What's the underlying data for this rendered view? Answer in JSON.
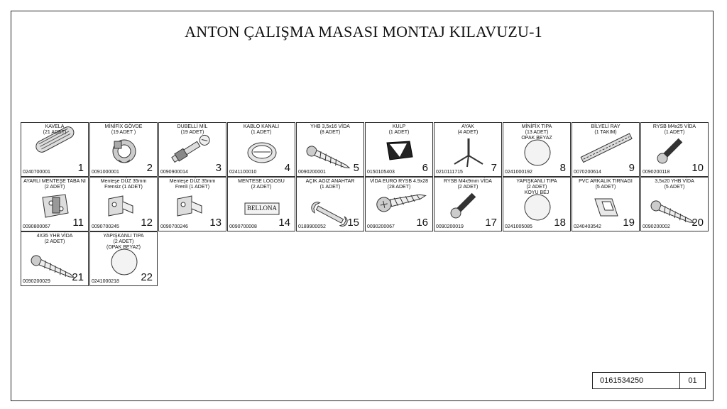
{
  "title": "ANTON ÇALIŞMA MASASI MONTAJ KILAVUZU-1",
  "parts": [
    {
      "name": "KAVELA\n(21 ADET)",
      "code": "0240700001",
      "num": "1",
      "icon": "dowel-icon"
    },
    {
      "name": "MİNİFİX GÖVDE\n(19 ADET )",
      "code": "0091000001",
      "num": "2",
      "icon": "minifix-body-icon"
    },
    {
      "name": "DUBELLİ MİL\n(19 ADET)",
      "code": "0090900014",
      "num": "3",
      "icon": "dowel-pin-icon"
    },
    {
      "name": "KABLO KANALI\n(1 ADET)",
      "code": "0241100010",
      "num": "4",
      "icon": "cable-grommet-icon"
    },
    {
      "name": "YHB 3,5x16 VİDA\n(8 ADET)",
      "code": "0090200001",
      "num": "5",
      "icon": "screw-icon"
    },
    {
      "name": "KULP\n(1 ADET)",
      "code": "0150105403",
      "num": "6",
      "icon": "handle-icon"
    },
    {
      "name": "AYAK\n(4 ADET)",
      "code": "0210111715",
      "num": "7",
      "icon": "foot-icon"
    },
    {
      "name": "MİNİFİX TIPA\n(13 ADET)\nOPAK BEYAZ",
      "code": "0241000192",
      "num": "8",
      "icon": "cap-icon"
    },
    {
      "name": "BİLYELİ RAY\n(1 TAKIM)",
      "code": "0070200614",
      "num": "9",
      "icon": "ball-rail-icon"
    },
    {
      "name": "RYSB M4x25 VİDA\n(1 ADET)",
      "code": "0090200118",
      "num": "10",
      "icon": "bolt-icon"
    },
    {
      "name": "AYARLI  MENTEŞE TABA NI\n(2 ADET)",
      "code": "0090800067",
      "num": "11",
      "icon": "hinge-plate-icon"
    },
    {
      "name": "Menteşe DÜZ 35mm\nFrensiz   (1 ADET)",
      "code": "0090700245",
      "num": "12",
      "icon": "hinge-icon"
    },
    {
      "name": "Menteşe DÜZ 35mm\nFrenli    (1 ADET)",
      "code": "0090700246",
      "num": "13",
      "icon": "hinge-icon"
    },
    {
      "name": "MENTESE LOGOSU\n(2 ADET)",
      "code": "0090700008",
      "num": "14",
      "icon": "logo-label-icon",
      "label": "BELLONA"
    },
    {
      "name": "AÇIK AGIZ ANAHTAR\n(1 ADET)",
      "code": "0189900052",
      "num": "15",
      "icon": "wrench-icon"
    },
    {
      "name": "VİDA EURO RYSB 4.9x28\n(28 ADET)",
      "code": "0090200067",
      "num": "16",
      "icon": "euro-screw-icon"
    },
    {
      "name": "RYSB M4x9mm VİDA\n(2 ADET)",
      "code": "0090200019",
      "num": "17",
      "icon": "bolt-icon"
    },
    {
      "name": "YAPIŞKANLI TIPA\n(2 ADET)\nKOYU BEJ",
      "code": "0241005085",
      "num": "18",
      "icon": "cap-icon"
    },
    {
      "name": "PVC ARKALIK TIRNAGI\n(5 ADET)",
      "code": "0240403542",
      "num": "19",
      "icon": "clip-icon"
    },
    {
      "name": "3,5x20 YHB VİDA\n(5 ADET)",
      "code": "0090200002",
      "num": "20",
      "icon": "screw-icon"
    },
    {
      "name": "4X35 YHB VİDA\n(2 ADET)",
      "code": "0090200029",
      "num": "21",
      "icon": "screw-icon"
    },
    {
      "name": "YAPIŞKANLI TIPA\n(2 ADET)\n(OPAK BEYAZ)",
      "code": "0241000218",
      "num": "22",
      "icon": "cap-icon"
    }
  ],
  "footer": {
    "doc_number": "0161534250",
    "page": "01"
  }
}
